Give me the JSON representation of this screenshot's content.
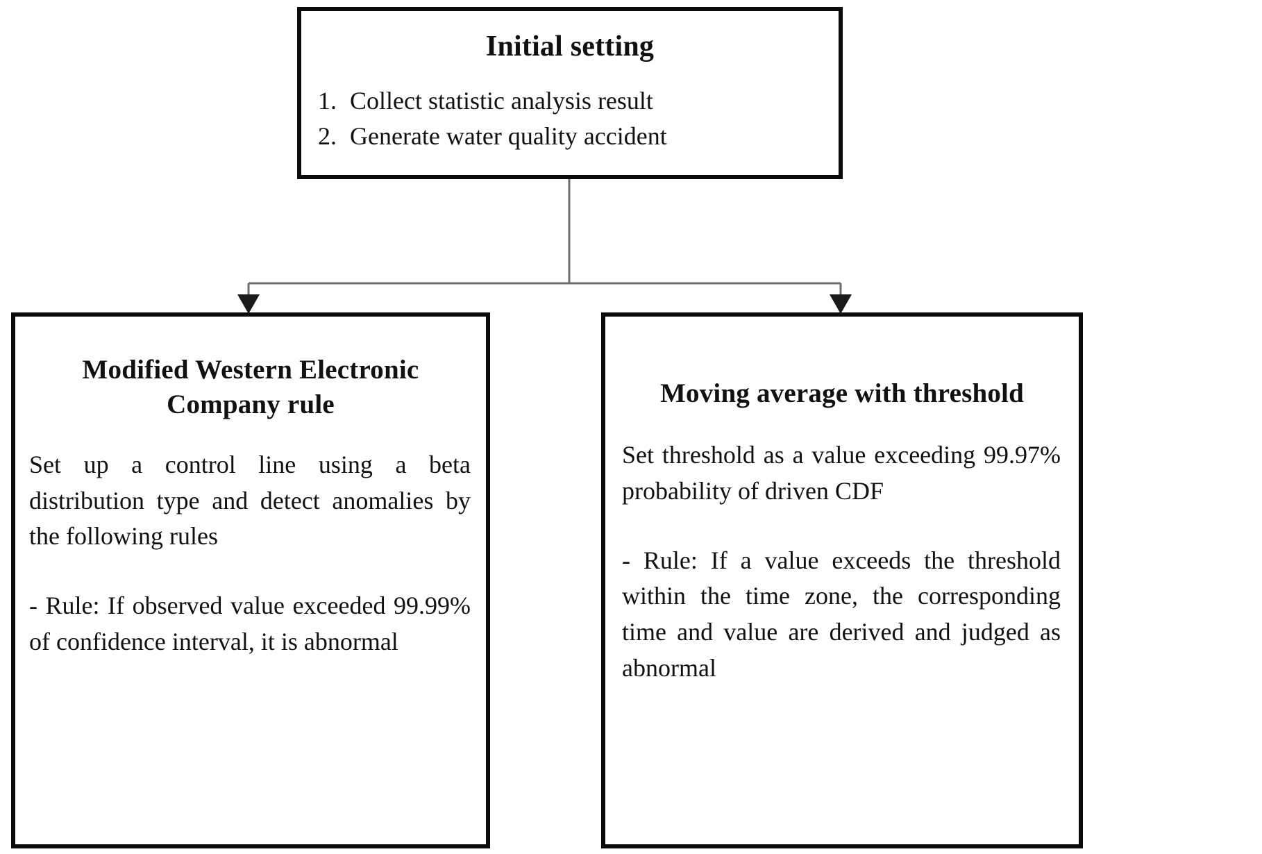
{
  "diagram": {
    "type": "flowchart",
    "orientation": "top-down-split",
    "nodes": {
      "top": {
        "title": "Initial setting",
        "list": [
          {
            "marker": "1.",
            "text": "Collect statistic analysis result"
          },
          {
            "marker": "2.",
            "text": "Generate water quality accident"
          }
        ]
      },
      "left": {
        "title_line1": "Modified Western Electronic",
        "title_line2": "Company rule",
        "paragraph1": "Set up a control line using a beta distribution type and detect anomalies by the following rules",
        "paragraph2": "- Rule: If observed value exceeded 99.99% of confidence interval, it is abnormal"
      },
      "right": {
        "title": "Moving average with threshold",
        "paragraph1": "Set threshold as a value exceeding 99.97% probability of driven CDF",
        "paragraph2": "- Rule: If a value exceeds the threshold within the time zone, the corresponding time and value are derived and judged as abnormal"
      }
    },
    "edges": [
      {
        "from": "top",
        "to": "left",
        "style": "orthogonal-arrow"
      },
      {
        "from": "top",
        "to": "right",
        "style": "orthogonal-arrow"
      }
    ],
    "colors": {
      "box_border": "#0b0b0b",
      "connector": "#6e6e6e",
      "arrow": "#1a1a1a",
      "background": "#ffffff",
      "text": "#111111"
    }
  }
}
